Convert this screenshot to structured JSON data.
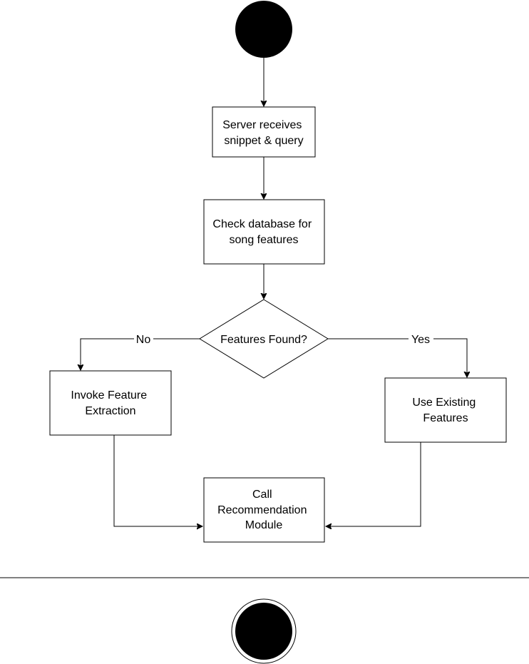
{
  "diagram": {
    "type": "activity-flowchart",
    "colors": {
      "stroke": "#000000",
      "fill": "#ffffff",
      "terminal_fill": "#000000"
    },
    "nodes": {
      "start": {
        "kind": "initial-node"
      },
      "server_receives": {
        "kind": "action",
        "lines": [
          "Server receives",
          "snippet & query"
        ]
      },
      "check_database": {
        "kind": "action",
        "lines": [
          "Check database for",
          "song features"
        ]
      },
      "decision": {
        "kind": "decision",
        "lines": [
          "Features Found?"
        ]
      },
      "invoke_extraction": {
        "kind": "action",
        "lines": [
          "Invoke Feature",
          "Extraction"
        ]
      },
      "use_existing": {
        "kind": "action",
        "lines": [
          "Use Existing",
          "Features"
        ]
      },
      "call_recommendation": {
        "kind": "action",
        "lines": [
          "Call",
          "Recommendation",
          "Module"
        ]
      },
      "end": {
        "kind": "final-node"
      }
    },
    "edges": [
      {
        "from": "start",
        "to": "server_receives",
        "label": ""
      },
      {
        "from": "server_receives",
        "to": "check_database",
        "label": ""
      },
      {
        "from": "check_database",
        "to": "decision",
        "label": ""
      },
      {
        "from": "decision",
        "to": "invoke_extraction",
        "label": "No"
      },
      {
        "from": "decision",
        "to": "use_existing",
        "label": "Yes"
      },
      {
        "from": "invoke_extraction",
        "to": "call_recommendation",
        "label": ""
      },
      {
        "from": "use_existing",
        "to": "call_recommendation",
        "label": ""
      }
    ]
  }
}
